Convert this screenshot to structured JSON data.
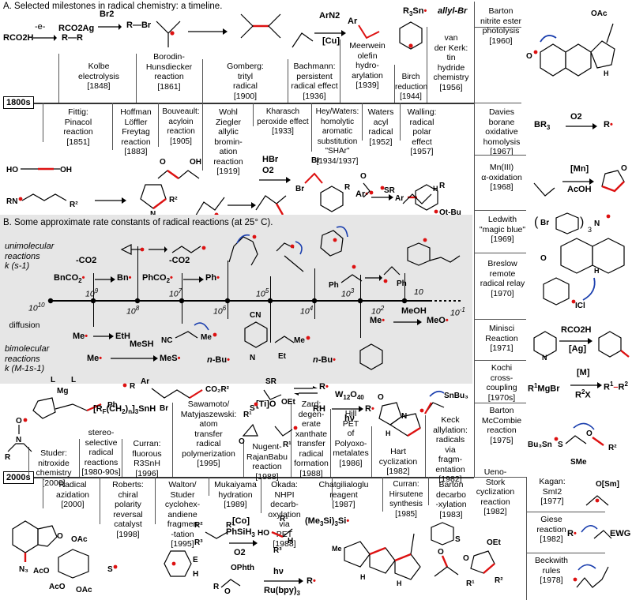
{
  "section_a_title": "A. Selected milestones in radical chemistry: a timeline.",
  "section_b_title": "B. Some approximate rate constants of radical reactions (at 25° C).",
  "era_1800s": "1800s",
  "era_2000s": "2000s",
  "milestones_top": [
    {
      "text": "Kolbe\nelectrolysis\n[1848]"
    },
    {
      "text": "Borodin-\nHunsdiecker\nreaction\n[1861]"
    },
    {
      "text": "Gomberg:\ntrityl\nradical\n[1900]"
    },
    {
      "text": "Bachmann:\npersistent\nradical effect\n[1936]"
    },
    {
      "text": "Meerwein\nolefin\nhydro-\narylation\n[1939]"
    },
    {
      "text": "Birch\nreduction\n[1944]"
    },
    {
      "text": "van\nder Kerk:\ntin\nhydride\nchemistry\n[1956]"
    }
  ],
  "milestones_bottom_1800s": [
    {
      "text": "Fittig:\nPinacol\nreaction\n[1851]"
    },
    {
      "text": "Hoffman\nLöffler\nFreytag\nreaction\n[1883]"
    },
    {
      "text": "Bouveault:\nacyloin\nreaction\n[1905]"
    },
    {
      "text": "Wohl\nZiegler\nallylic\nbromin-\nation\nreaction\n[1919]"
    },
    {
      "text": "Kharasch\nperoxide effect\n[1933]"
    },
    {
      "text": "Hey/Waters:\nhomolytic\naromatic\nsubstitution\n\"SHAr\"\n[1934/1937]"
    },
    {
      "text": "Waters\nacyl\nradical\n[1952]"
    },
    {
      "text": "Walling:\nradical\npolar\neffect\n[1957]"
    }
  ],
  "milestones_right": [
    {
      "text": "Barton\nnitrite ester\nphotolysis\n[1960]"
    },
    {
      "text": "Davies\nborane\noxidative\nhomolysis\n[1967]"
    },
    {
      "text": "Mn(III)\nα-oxidation\n[1968]"
    },
    {
      "text": "Ledwith\n\"magic blue\"\n[1969]"
    },
    {
      "text": "Breslow\nremote\nradical relay\n[1970]"
    },
    {
      "text": "Minisci\nReaction\n[1971]"
    },
    {
      "text": "Kochi\ncross-\ncoupling\n[1970s]"
    },
    {
      "text": "Barton\nMcCombie\nreaction\n[1975]"
    },
    {
      "text": "Kagan:\nSmI2\n[1977]"
    },
    {
      "text": "Giese\nreaction\n[1982]"
    },
    {
      "text": "Beckwith\nrules\n[1978]"
    }
  ],
  "milestones_2000s_top": [
    {
      "text": "Studer:\nnitroxide\nchemistry\n[2000]"
    },
    {
      "text": "stereo-\nselective\nradical\nreactions\n[1980-90s]"
    },
    {
      "text": "Curran:\nfluorous\nR3SnH\n[1996]"
    },
    {
      "text": "Sawamoto/\nMatyjaszewski:\natom\ntransfer\nradical\npolymerization\n[1995]"
    },
    {
      "text": "Nugent-\nRajanBabu\nreaction\n[1988]"
    },
    {
      "text": "Zard:\ndegen-\nerate\nxanthate\ntransfer\nradical\nformation\n[1988]"
    },
    {
      "text": "Hill\nPET\nof\nPolyoxo-\nmetalates\n[1986]"
    },
    {
      "text": "Hart\ncyclization\n[1982]"
    },
    {
      "text": "Keck\nallylation:\nradicals\nvia\nfragm-\nentation\n[1982]"
    }
  ],
  "milestones_2000s_bottom": [
    {
      "text": "Radical\nazidation\n[2000]"
    },
    {
      "text": "Roberts:\nchiral\npolarity\nreversal\ncatalyst\n[1998]"
    },
    {
      "text": "Walton/\nStuder\ncyclohex-\nandiene\nfragmen\n-tation\n[1995]"
    },
    {
      "text": "Mukaiyama\nhydration\n[1989]"
    },
    {
      "text": "Okada:\nNHPI\ndecarb-\noxylation\nvia\nPET\n[1988]"
    },
    {
      "text": "Chatgilialoglu\nreagent\n[1987]"
    },
    {
      "text": "Curran:\nHirsutene\nsynthesis\n[1985]"
    },
    {
      "text": "Barton\ndecarbo\n-xylation\n[1983]"
    },
    {
      "text": "Ueno-\nStork\ncyclization\nreaction\n[1982]"
    }
  ],
  "rate_axis": {
    "unimolecular": "unimolecular\nreactions\nk (s-1)",
    "bimolecular": "bimolecular\nreactions\nk (M-1s-1)",
    "diffusion": "diffusion",
    "ticks_top": [
      "10^9",
      "10^7",
      "10^5",
      "10^3",
      "10"
    ],
    "ticks_bottom": [
      "10^10",
      "10^8",
      "10^6",
      "10^4",
      "10^2",
      "10^-1"
    ]
  },
  "reagents": {
    "co2_1": "-CO2",
    "bnco2": "BnCO2•",
    "bn": "Bn•",
    "co2_2": "-CO2",
    "phco2": "PhCO2•",
    "ph": "Ph•",
    "meoh": "MeOH",
    "meo": "MeO•",
    "mesh": "MeSH",
    "me1": "Me•",
    "eth": "EtH",
    "me2": "Me•",
    "mes": "MeS•",
    "nbu1": "n-Bu•",
    "nbu2": "n-Bu•",
    "rco2h": "RCO2H",
    "e_minus": "-e-",
    "r_r": "R—R",
    "rco2ag": "RCO2Ag",
    "br2": "Br2",
    "r_br": "R—Br",
    "allylbr": "allyl-Br",
    "r3sn": "R3Sn",
    "arn2": "ArN2",
    "cu": "[Cu]",
    "br3": "BR3",
    "o2": "O2",
    "r_dot": "R•",
    "mn": "[Mn]",
    "acoh": "AcOH",
    "rco2h2": "RCO2H",
    "ag": "[Ag]",
    "m": "[M]",
    "r2x": "R2X",
    "r1mgbr": "R1MgBr",
    "r1r2": "R1–R2",
    "hbr": "HBr",
    "o2b": "O2",
    "ar": "Ar•",
    "sr": "SR",
    "w": "W12O40",
    "hv": "hν",
    "rh": "RH",
    "tio": "[Ti]O",
    "me3si": "(Me3Si)3Si•",
    "co": "[Co]",
    "phsih3": "PhSiH3",
    "o2c": "O2",
    "ophth": "OPhth",
    "hv2": "hν",
    "rubpy": "Ru(bpy)3",
    "r_dot2": "R•",
    "ewg": "EWG",
    "osm": "O[Sm]",
    "rfsnh": "[RF(CH2)n]3SnH",
    "sn_bu3": "SnBu3",
    "bu3sn": "Bu3Sn",
    "sme": "SMe",
    "otbu": "Ot-Bu",
    "n3": "N3",
    "oac": "OAc",
    "br": "Br"
  }
}
